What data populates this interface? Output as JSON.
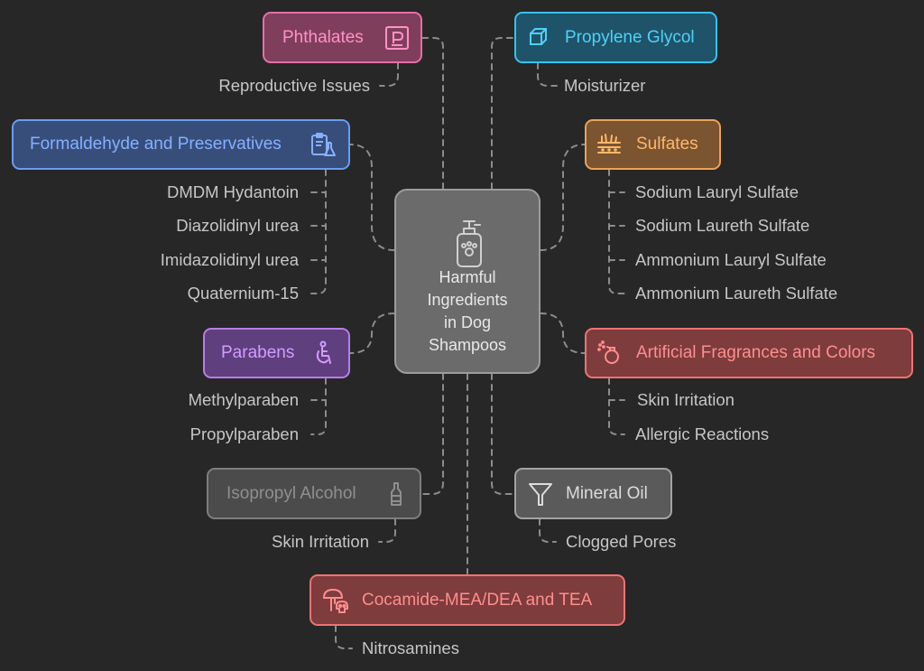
{
  "center": {
    "title": "Harmful\nIngredients\nin Dog\nShampoos",
    "icon": "shampoo-bottle-icon"
  },
  "nodes": {
    "phthalates": {
      "label": "Phthalates",
      "icon": "parking-p-icon",
      "items": [
        "Reproductive Issues"
      ],
      "color": "#e56fa8"
    },
    "propylene_glycol": {
      "label": "Propylene Glycol",
      "icon": "cube-icon",
      "items": [
        "Moisturizer"
      ],
      "color": "#35c3ec"
    },
    "formaldehyde": {
      "label": "Formaldehyde and Preservatives",
      "icon": "clipboard-flask-icon",
      "items": [
        "DMDM Hydantoin",
        "Diazolidinyl urea",
        "Imidazolidinyl urea",
        "Quaternium-15"
      ],
      "color": "#6a9cf2"
    },
    "sulfates": {
      "label": "Sulfates",
      "icon": "skin-layers-icon",
      "items": [
        "Sodium Lauryl Sulfate",
        "Sodium Laureth Sulfate",
        "Ammonium Lauryl Sulfate",
        "Ammonium Laureth Sulfate"
      ],
      "color": "#eda257"
    },
    "parabens": {
      "label": "Parabens",
      "icon": "person-seated-icon",
      "items": [
        "Methylparaben",
        "Propylparaben"
      ],
      "color": "#b77ee8"
    },
    "fragrances": {
      "label": "Artificial Fragrances and Colors",
      "icon": "perfume-spray-icon",
      "items": [
        "Skin Irritation",
        "Allergic Reactions"
      ],
      "color": "#f07272"
    },
    "isopropyl": {
      "label": "Isopropyl Alcohol",
      "icon": "alcohol-bottle-icon",
      "items": [
        "Skin Irritation"
      ],
      "color": "#7e7e7e"
    },
    "mineral_oil": {
      "label": "Mineral Oil",
      "icon": "funnel-icon",
      "items": [
        "Clogged Pores"
      ],
      "color": "#a3a3a3"
    },
    "cocamide": {
      "label": "Cocamide-MEA/DEA and TEA",
      "icon": "mushroom-skull-icon",
      "items": [
        "Nitrosamines"
      ],
      "color": "#f07272"
    }
  }
}
